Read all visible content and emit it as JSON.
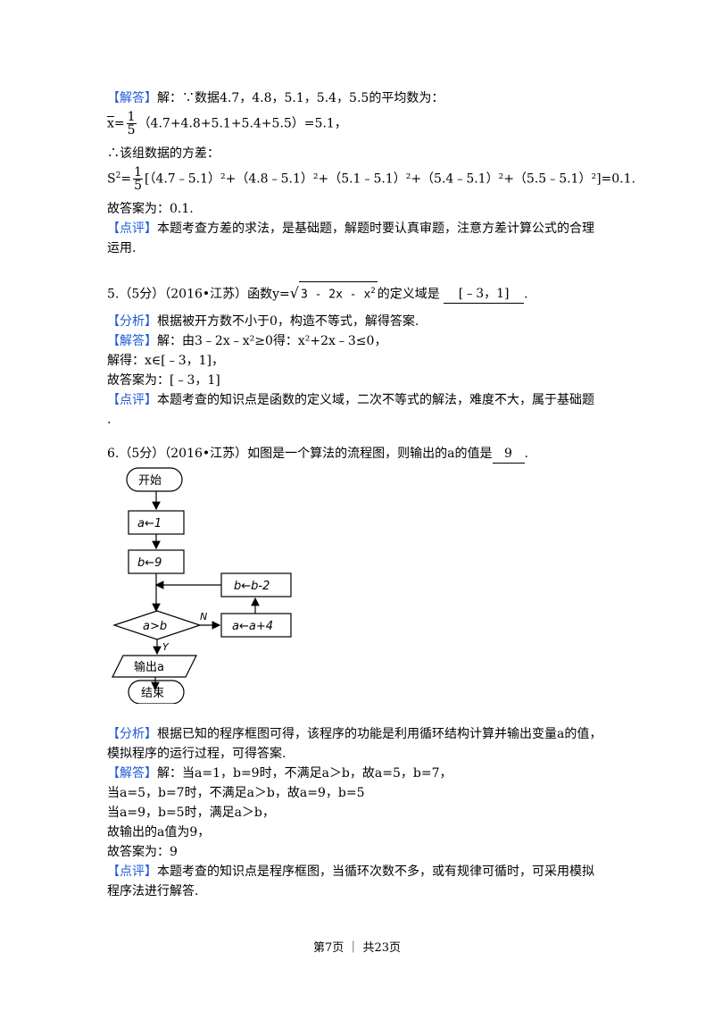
{
  "q4": {
    "jiedaTag": "【解答】",
    "l1": "解：∵数据4.7，4.8，5.1，5.4，5.5的平均数为：",
    "xbar": "x",
    "eq": "=",
    "frac_num": "1",
    "frac_den": "5",
    "l2_tail": "（4.7+4.8+5.1+5.4+5.5）=5.1，",
    "l3": "∴该组数据的方差：",
    "s2": "S",
    "sup2": "2",
    "l4_tail": "[（4.7﹣5.1）²+（4.8﹣5.1）²+（5.1﹣5.1）²+（5.4﹣5.1）²+（5.5﹣5.1）²]=0.1.",
    "l5": "故答案为：0.1.",
    "dianpingTag": "【点评】",
    "l6": "本题考查方差的求法，是基础题，解题时要认真审题，注意方差计算公式的合理",
    "l7": "运用."
  },
  "q5": {
    "head": "5.（5分）（2016•江苏）函数y=",
    "radicand": "3 - 2x - x",
    "radsup": "2",
    "mid": "的定义域是",
    "answer": "[﹣3，1]",
    "end": ".",
    "fenxiTag": "【分析】",
    "fenxi": "根据被开方数不小于0，构造不等式，解得答案.",
    "jiedaTag": "【解答】",
    "jieda1": "解：由3﹣2x﹣x²≥0得：x²+2x﹣3≤0，",
    "jieda2": "解得：x∈[﹣3，1]，",
    "jieda3": "故答案为：[﹣3，1]",
    "dianpingTag": "【点评】",
    "dianping": "本题考查的知识点是函数的定义域，二次不等式的解法，难度不大，属于基础题",
    "dianping2": "."
  },
  "q6": {
    "head": "6.（5分）（2016•江苏）如图是一个算法的流程图，则输出的a的值是",
    "answer": "9",
    "end": ".",
    "flow": {
      "start": "开始",
      "a1": "a←1",
      "b9": "b←9",
      "bminus": "b←b-2",
      "cond": "a>b",
      "n": "N",
      "y": "Y",
      "aplus": "a←a+4",
      "output": "输出a",
      "end": "结束"
    },
    "fenxiTag": "【分析】",
    "fenxi1": "根据已知的程序框图可得，该程序的功能是利用循环结构计算并输出变量a的值，",
    "fenxi2": "模拟程序的运行过程，可得答案.",
    "jiedaTag": "【解答】",
    "jieda1": "解：当a=1，b=9时，不满足a＞b，故a=5，b=7，",
    "jieda2": "当a=5，b=7时，不满足a＞b，故a=9，b=5",
    "jieda3": "当a=9，b=5时，满足a＞b，",
    "jieda4": "故输出的a值为9，",
    "jieda5": "故答案为：9",
    "dianpingTag": "【点评】",
    "dianping1": "本题考查的知识点是程序框图，当循环次数不多，或有规律可循时，可采用模拟",
    "dianping2": "程序法进行解答."
  },
  "footer": "第7页 ｜ 共23页"
}
